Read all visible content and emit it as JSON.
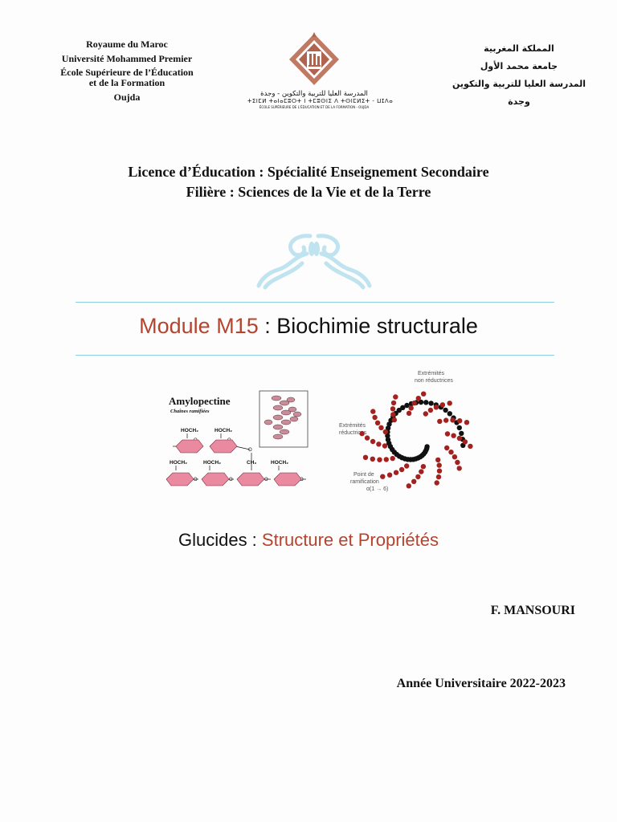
{
  "header": {
    "left_lines": [
      "Royaume du Maroc",
      "Université Mohammed Premier",
      "École Supérieure de l’Éducation",
      "et de la Formation",
      "Oujda"
    ],
    "right_lines": [
      "المملكة المغربية",
      "جامعة محمد الأول",
      "المدرسة العليا للتربية والتكوين",
      "وجدة"
    ],
    "logo_icon": "school-logo-icon",
    "logo_line1": "المدرسة العليا للتربية والتكوين - وجدة",
    "logo_line2": "ⵜⵉⵏⵎⵍ ⵜⴰⵏⴰⵎⵓⵔⵜ ⵏ ⵜⵎⵓⵙⵏⵉ ⴷ ⵜⵙⵏⵎⵍⵉⵜ - ⵡⵊⴷⴰ",
    "logo_line3": "ÉCOLE SUPÉRIEURE DE L’ÉDUCATION ET DE LA FORMATION - OUJDA"
  },
  "program": {
    "line1": "Licence d’Éducation : Spécialité Enseignement Secondaire",
    "line2": "Filière : Sciences de la Vie et de la Terre"
  },
  "module": {
    "prefix": "Module M15",
    "separator": " : ",
    "title": "Biochimie structurale"
  },
  "figure": {
    "amylo_title": "Amylopectine",
    "amylo_subtitle": "Chaînes ramifiées",
    "labels_hoch2": [
      "HOCH₂",
      "HOCH₂",
      "HOCH₂",
      "HOCH₂",
      "CH₂",
      "HOCH₂"
    ],
    "label_nonreducing": [
      "Extrémités",
      "non réductrices"
    ],
    "label_reducing": [
      "Extrémités",
      "réductrices"
    ],
    "label_branch": [
      "Point de",
      "ramification",
      "α(1 → 6)"
    ]
  },
  "subject": {
    "prefix": "Glucides",
    "separator": " : ",
    "title": "Structure et Propriétés"
  },
  "author": "F. MANSOURI",
  "year": "Année Universitaire 2022-2023",
  "colors": {
    "accent": "#b5442e",
    "rule": "#8ccfe0",
    "ornament": "#bfe3ef",
    "logo": "#b0634d",
    "glucose_ring": "#e98aa0",
    "branch_red": "#a3211f"
  }
}
